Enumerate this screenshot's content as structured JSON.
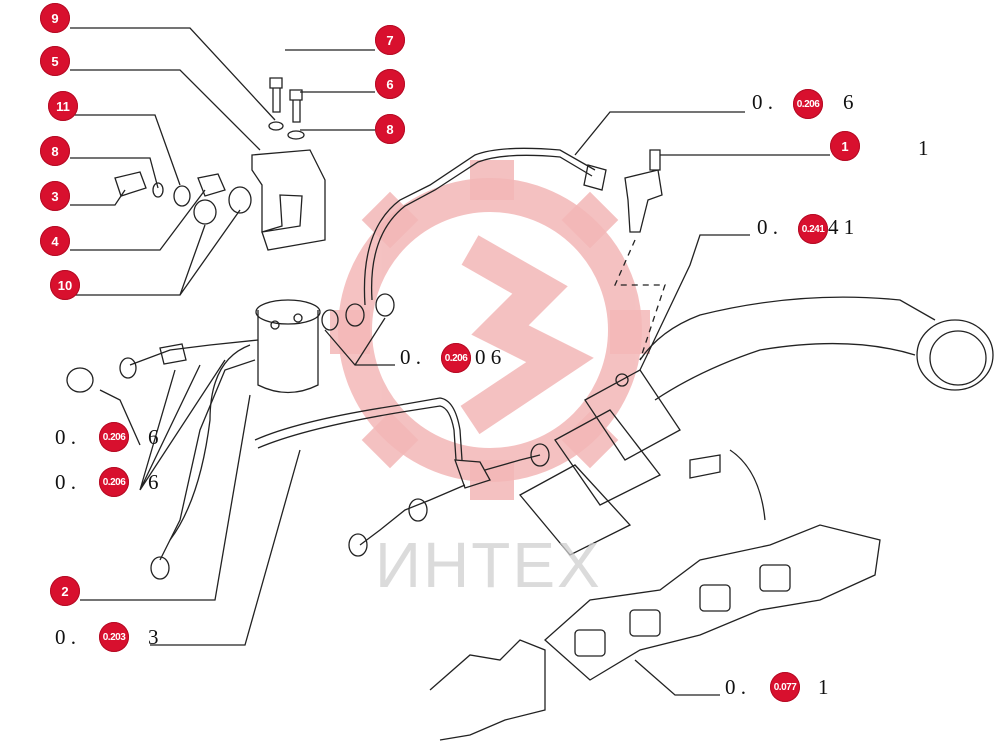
{
  "watermark_text": "ИНТЕХ",
  "colors": {
    "badge": "#d8102e",
    "line": "#222222",
    "watermark": "#f3b7b7"
  },
  "callouts": [
    {
      "id": "9",
      "label": "9"
    },
    {
      "id": "5",
      "label": "5"
    },
    {
      "id": "7",
      "label": "7"
    },
    {
      "id": "6",
      "label": "6"
    },
    {
      "id": "8a",
      "label": "8"
    },
    {
      "id": "11",
      "label": "11"
    },
    {
      "id": "8b",
      "label": "8"
    },
    {
      "id": "3",
      "label": "3"
    },
    {
      "id": "4",
      "label": "4"
    },
    {
      "id": "10",
      "label": "10"
    },
    {
      "id": "1",
      "label": "1"
    },
    {
      "id": "2",
      "label": "2"
    }
  ],
  "references": [
    {
      "id": "r1",
      "prefix": "0 .",
      "badge": "0.206",
      "suffix": "6"
    },
    {
      "id": "r2",
      "prefix": "",
      "badge": "1",
      "suffix": "1"
    },
    {
      "id": "r3",
      "prefix": "0 .",
      "badge": "0.241",
      "suffix": "4 1"
    },
    {
      "id": "r4",
      "prefix": "0 .",
      "badge": "0.206",
      "suffix": "0 6"
    },
    {
      "id": "r5",
      "prefix": "0 .",
      "badge": "0.206",
      "suffix": "6"
    },
    {
      "id": "r6",
      "prefix": "0 .",
      "badge": "0.206",
      "suffix": "6"
    },
    {
      "id": "r7",
      "prefix": "0 .",
      "badge": "0.203",
      "suffix": "3"
    },
    {
      "id": "r8",
      "prefix": "0 .",
      "badge": "0.077",
      "suffix": "1"
    }
  ]
}
